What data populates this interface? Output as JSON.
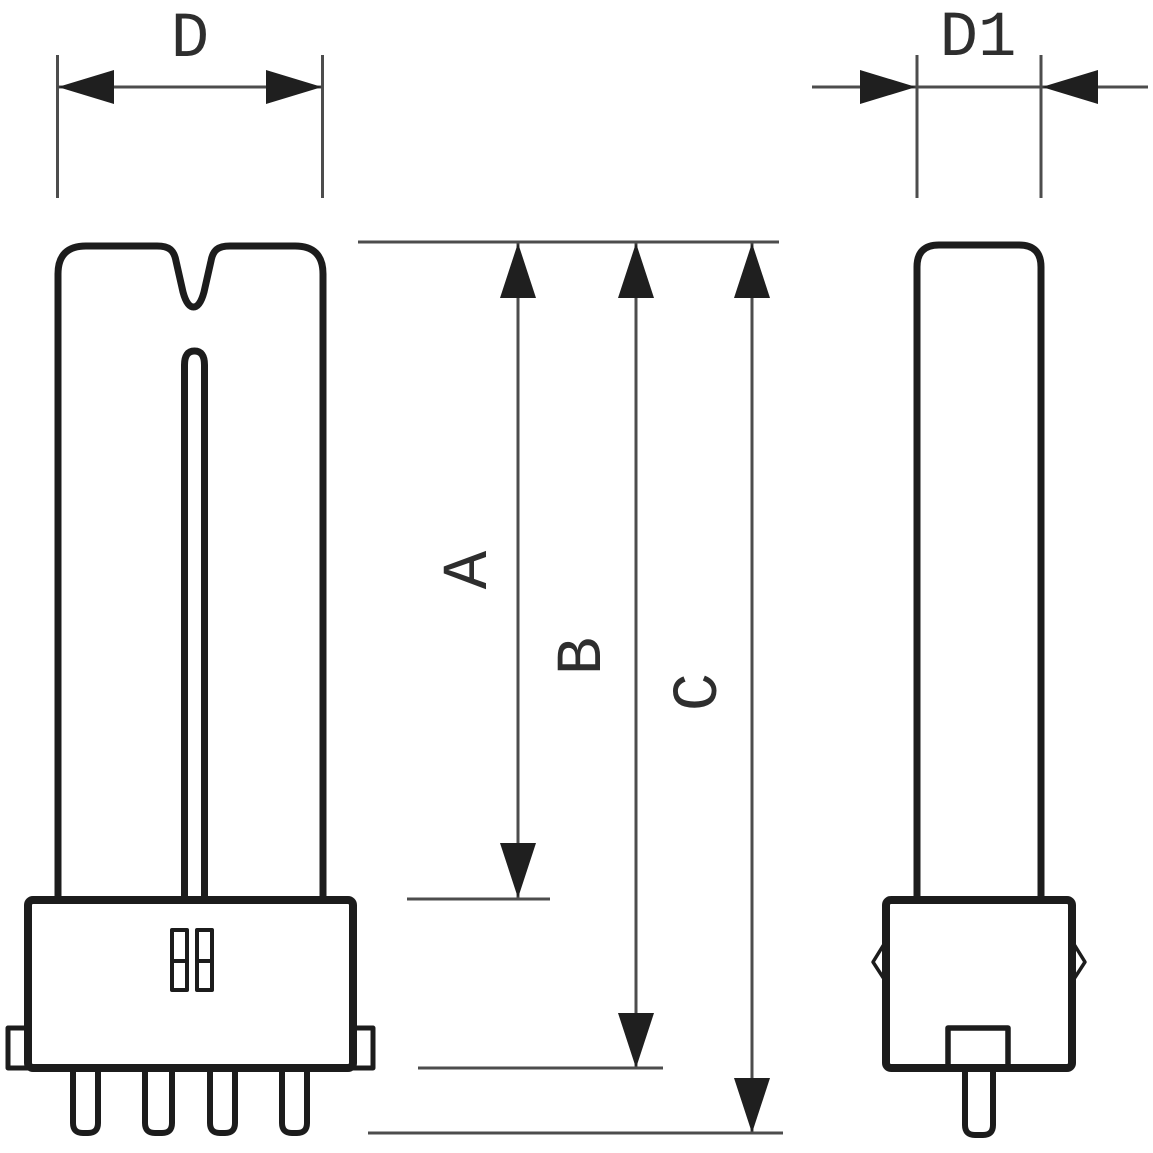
{
  "labels": {
    "d": "D",
    "d1": "D1",
    "a": "A",
    "b": "B",
    "c": "C"
  },
  "colors": {
    "background": "#ffffff",
    "outline": "#1c1c1c",
    "dimension-line": "#4d4d4d",
    "arrowhead": "#1f1f1f",
    "label": "#2e2e2e"
  }
}
